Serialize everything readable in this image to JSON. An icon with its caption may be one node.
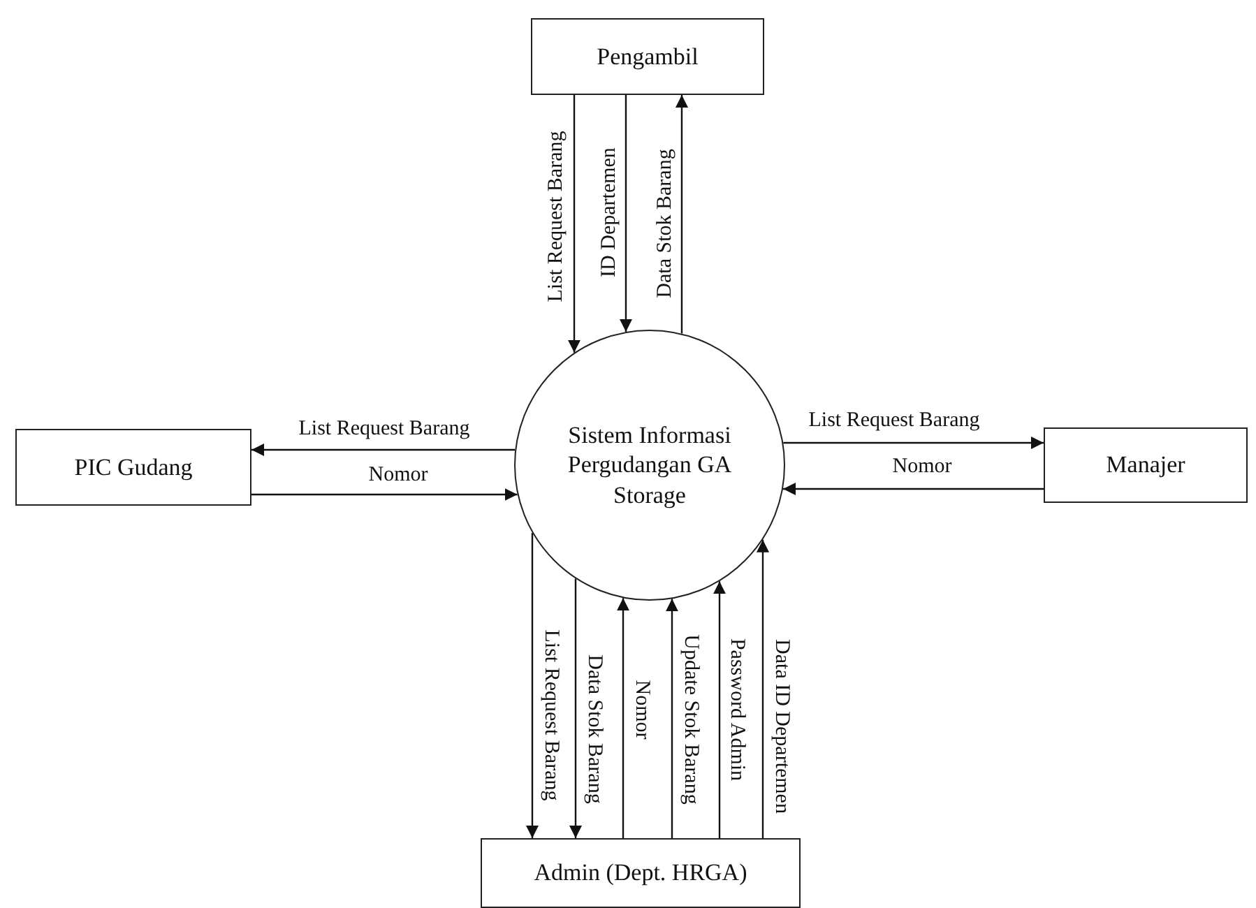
{
  "diagram": {
    "nodes": [
      {
        "text": [
          "Pengambil"
        ]
      },
      {
        "text": [
          "PIC Gudang"
        ]
      },
      {
        "text": [
          "Sistem Informasi Pergudangan GA Storage"
        ]
      },
      {
        "text": [
          "Manajer"
        ]
      },
      {
        "text": [
          "Admin (Dept. HRGA)"
        ]
      }
    ],
    "edges": [
      {
        "from": 0,
        "to": 2,
        "arrow": "to",
        "label": "List Request Barang"
      },
      {
        "from": 0,
        "to": 2,
        "arrow": "to",
        "label": "ID Departemen"
      },
      {
        "from": 2,
        "to": 0,
        "arrow": "to",
        "label": "Data Stok Barang"
      },
      {
        "from": 2,
        "to": 1,
        "arrow": "to",
        "label": "List Request Barang"
      },
      {
        "from": 1,
        "to": 2,
        "arrow": "to",
        "label": "Nomor"
      },
      {
        "from": 2,
        "to": 3,
        "arrow": "to",
        "label": "List Request Barang"
      },
      {
        "from": 3,
        "to": 2,
        "arrow": "to",
        "label": "Nomor"
      },
      {
        "from": 2,
        "to": 4,
        "arrow": "to",
        "label": "List Request Barang"
      },
      {
        "from": 2,
        "to": 4,
        "arrow": "to",
        "label": "Data Stok Barang"
      },
      {
        "from": 4,
        "to": 2,
        "arrow": "to",
        "label": "Nomor"
      },
      {
        "from": 4,
        "to": 2,
        "arrow": "to",
        "label": "Update Stok Barang"
      },
      {
        "from": 4,
        "to": 2,
        "arrow": "to",
        "label": "Password Admin"
      },
      {
        "from": 4,
        "to": 2,
        "arrow": "to",
        "label": "Data ID Departemen"
      }
    ]
  }
}
